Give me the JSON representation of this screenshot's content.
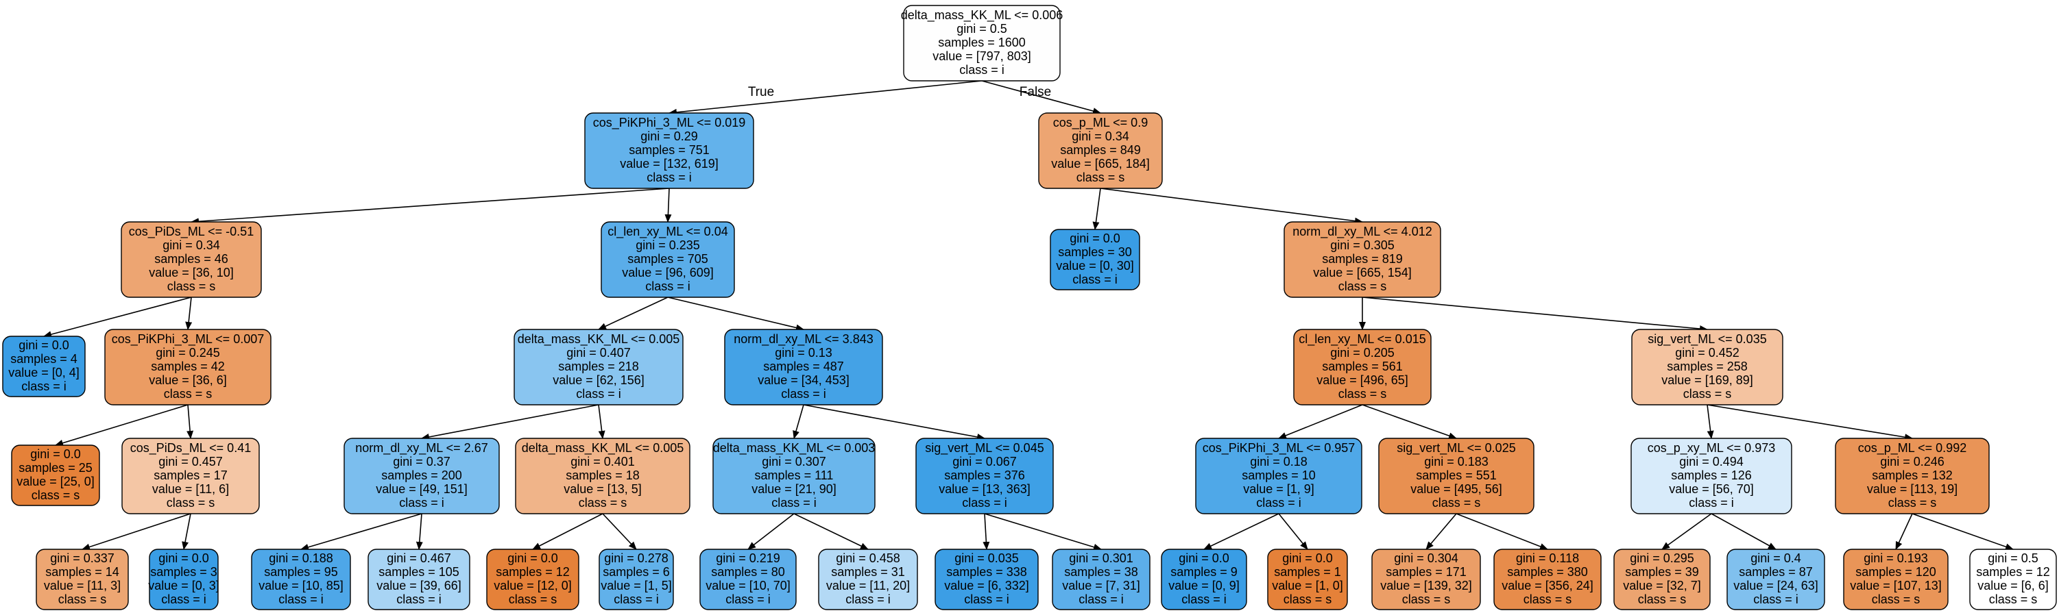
{
  "tree": {
    "colors": {
      "class_i_strong": "#399de5",
      "class_s_strong": "#e58139",
      "neutral": "#ffffff",
      "border": "#000000"
    },
    "edge_labels": {
      "left": "True",
      "right": "False"
    },
    "nodes": [
      {
        "id": "n0",
        "class": "i",
        "fill": "#fefefe",
        "lines": [
          "delta_mass_KK_ML <= 0.006",
          "gini = 0.5",
          "samples = 1600",
          "value = [797, 803]",
          "class = i"
        ]
      },
      {
        "id": "n1",
        "class": "i",
        "fill": "#63b2eb",
        "lines": [
          "cos_PiKPhi_3_ML <= 0.019",
          "gini = 0.29",
          "samples = 751",
          "value = [132, 619]",
          "class = i"
        ]
      },
      {
        "id": "n2",
        "class": "s",
        "fill": "#eda572",
        "lines": [
          "cos_p_ML <= 0.9",
          "gini = 0.34",
          "samples = 849",
          "value = [665, 184]",
          "class = s"
        ]
      },
      {
        "id": "n3",
        "class": "s",
        "fill": "#eda572",
        "lines": [
          "cos_PiDs_ML <= -0.51",
          "gini = 0.34",
          "samples = 46",
          "value = [36, 10]",
          "class = s"
        ]
      },
      {
        "id": "n4",
        "class": "i",
        "fill": "#5aade9",
        "lines": [
          "cl_len_xy_ML <= 0.04",
          "gini = 0.235",
          "samples = 705",
          "value = [96, 609]",
          "class = i"
        ]
      },
      {
        "id": "n5",
        "class": "i",
        "fill": "#399de5",
        "lines": [
          "gini = 0.0",
          "samples = 30",
          "value = [0, 30]",
          "class = i"
        ]
      },
      {
        "id": "n6",
        "class": "s",
        "fill": "#eca06a",
        "lines": [
          "norm_dl_xy_ML <= 4.012",
          "gini = 0.305",
          "samples = 819",
          "value = [665, 154]",
          "class = s"
        ]
      },
      {
        "id": "n7",
        "class": "i",
        "fill": "#399de5",
        "lines": [
          "gini = 0.0",
          "samples = 4",
          "value = [0, 4]",
          "class = i"
        ]
      },
      {
        "id": "n8",
        "class": "s",
        "fill": "#eb9c63",
        "lines": [
          "cos_PiKPhi_3_ML <= 0.007",
          "gini = 0.245",
          "samples = 42",
          "value = [36, 6]",
          "class = s"
        ]
      },
      {
        "id": "n9",
        "class": "i",
        "fill": "#89c5f0",
        "lines": [
          "delta_mass_KK_ML <= 0.005",
          "gini = 0.407",
          "samples = 218",
          "value = [62, 156]",
          "class = i"
        ]
      },
      {
        "id": "n10",
        "class": "i",
        "fill": "#44a2e6",
        "lines": [
          "norm_dl_xy_ML <= 3.843",
          "gini = 0.13",
          "samples = 487",
          "value = [34, 453]",
          "class = i"
        ]
      },
      {
        "id": "n11",
        "class": "s",
        "fill": "#e89051",
        "lines": [
          "cl_len_xy_ML <= 0.015",
          "gini = 0.205",
          "samples = 561",
          "value = [496, 65]",
          "class = s"
        ]
      },
      {
        "id": "n12",
        "class": "s",
        "fill": "#f4c3a0",
        "lines": [
          "sig_vert_ML <= 0.035",
          "gini = 0.452",
          "samples = 258",
          "value = [169, 89]",
          "class = s"
        ]
      },
      {
        "id": "n13",
        "class": "s",
        "fill": "#e58139",
        "lines": [
          "gini = 0.0",
          "samples = 25",
          "value = [25, 0]",
          "class = s"
        ]
      },
      {
        "id": "n14",
        "class": "s",
        "fill": "#f4c6a5",
        "lines": [
          "cos_PiDs_ML <= 0.41",
          "gini = 0.457",
          "samples = 17",
          "value = [11, 6]",
          "class = s"
        ]
      },
      {
        "id": "n15",
        "class": "i",
        "fill": "#7bbeee",
        "lines": [
          "norm_dl_xy_ML <= 2.67",
          "gini = 0.37",
          "samples = 200",
          "value = [49, 151]",
          "class = i"
        ]
      },
      {
        "id": "n16",
        "class": "s",
        "fill": "#f0b489",
        "lines": [
          "delta_mass_KK_ML <= 0.005",
          "gini = 0.401",
          "samples = 18",
          "value = [13, 5]",
          "class = s"
        ]
      },
      {
        "id": "n17",
        "class": "i",
        "fill": "#6ab6ec",
        "lines": [
          "delta_mass_KK_ML <= 0.003",
          "gini = 0.307",
          "samples = 111",
          "value = [21, 90]",
          "class = i"
        ]
      },
      {
        "id": "n18",
        "class": "i",
        "fill": "#3ea0e6",
        "lines": [
          "sig_vert_ML <= 0.045",
          "gini = 0.067",
          "samples = 376",
          "value = [13, 363]",
          "class = i"
        ]
      },
      {
        "id": "n19",
        "class": "i",
        "fill": "#4fa8e8",
        "lines": [
          "cos_PiKPhi_3_ML <= 0.957",
          "gini = 0.18",
          "samples = 10",
          "value = [1, 9]",
          "class = i"
        ]
      },
      {
        "id": "n20",
        "class": "s",
        "fill": "#e89051",
        "lines": [
          "sig_vert_ML <= 0.025",
          "gini = 0.183",
          "samples = 551",
          "value = [495, 56]",
          "class = s"
        ]
      },
      {
        "id": "n21",
        "class": "i",
        "fill": "#d8ebfa",
        "lines": [
          "cos_p_xy_ML <= 0.973",
          "gini = 0.494",
          "samples = 126",
          "value = [56, 70]",
          "class = i"
        ]
      },
      {
        "id": "n22",
        "class": "s",
        "fill": "#e99457",
        "lines": [
          "cos_p_ML <= 0.992",
          "gini = 0.246",
          "samples = 132",
          "value = [113, 19]",
          "class = s"
        ]
      },
      {
        "id": "n23",
        "class": "s",
        "fill": "#eda672",
        "lines": [
          "gini = 0.337",
          "samples = 14",
          "value = [11, 3]",
          "class = s"
        ]
      },
      {
        "id": "n24",
        "class": "i",
        "fill": "#399de5",
        "lines": [
          "gini = 0.0",
          "samples = 3",
          "value = [0, 3]",
          "class = i"
        ]
      },
      {
        "id": "n25",
        "class": "i",
        "fill": "#4ea7e8",
        "lines": [
          "gini = 0.188",
          "samples = 95",
          "value = [10, 85]",
          "class = i"
        ]
      },
      {
        "id": "n26",
        "class": "i",
        "fill": "#a8d4f4",
        "lines": [
          "gini = 0.467",
          "samples = 105",
          "value = [39, 66]",
          "class = i"
        ]
      },
      {
        "id": "n27",
        "class": "s",
        "fill": "#e58139",
        "lines": [
          "gini = 0.0",
          "samples = 12",
          "value = [12, 0]",
          "class = s"
        ]
      },
      {
        "id": "n28",
        "class": "i",
        "fill": "#61b1ea",
        "lines": [
          "gini = 0.278",
          "samples = 6",
          "value = [1, 5]",
          "class = i"
        ]
      },
      {
        "id": "n29",
        "class": "i",
        "fill": "#5daeea",
        "lines": [
          "gini = 0.219",
          "samples = 80",
          "value = [10, 70]",
          "class = i"
        ]
      },
      {
        "id": "n30",
        "class": "i",
        "fill": "#b3d9f5",
        "lines": [
          "gini = 0.458",
          "samples = 31",
          "value = [11, 20]",
          "class = i"
        ]
      },
      {
        "id": "n31",
        "class": "i",
        "fill": "#3c9ee5",
        "lines": [
          "gini = 0.035",
          "samples = 338",
          "value = [6, 332]",
          "class = i"
        ]
      },
      {
        "id": "n32",
        "class": "i",
        "fill": "#5caeea",
        "lines": [
          "gini = 0.301",
          "samples = 38",
          "value = [7, 31]",
          "class = i"
        ]
      },
      {
        "id": "n33",
        "class": "i",
        "fill": "#399de5",
        "lines": [
          "gini = 0.0",
          "samples = 9",
          "value = [0, 9]",
          "class = i"
        ]
      },
      {
        "id": "n34",
        "class": "s",
        "fill": "#e58139",
        "lines": [
          "gini = 0.0",
          "samples = 1",
          "value = [1, 0]",
          "class = s"
        ]
      },
      {
        "id": "n35",
        "class": "s",
        "fill": "#eb9e67",
        "lines": [
          "gini = 0.304",
          "samples = 171",
          "value = [139, 32]",
          "class = s"
        ]
      },
      {
        "id": "n36",
        "class": "s",
        "fill": "#e78c4b",
        "lines": [
          "gini = 0.118",
          "samples = 380",
          "value = [356, 24]",
          "class = s"
        ]
      },
      {
        "id": "n37",
        "class": "s",
        "fill": "#eca470",
        "lines": [
          "gini = 0.295",
          "samples = 39",
          "value = [32, 7]",
          "class = s"
        ]
      },
      {
        "id": "n38",
        "class": "i",
        "fill": "#80c0ee",
        "lines": [
          "gini = 0.4",
          "samples = 87",
          "value = [24, 63]",
          "class = i"
        ]
      },
      {
        "id": "n39",
        "class": "s",
        "fill": "#e99558",
        "lines": [
          "gini = 0.193",
          "samples = 120",
          "value = [107, 13]",
          "class = s"
        ]
      },
      {
        "id": "n40",
        "class": "s",
        "fill": "#ffffff",
        "lines": [
          "gini = 0.5",
          "samples = 12",
          "value = [6, 6]",
          "class = s"
        ]
      }
    ],
    "edges": [
      [
        "n0",
        "n1"
      ],
      [
        "n0",
        "n2"
      ],
      [
        "n1",
        "n3"
      ],
      [
        "n1",
        "n4"
      ],
      [
        "n2",
        "n5"
      ],
      [
        "n2",
        "n6"
      ],
      [
        "n3",
        "n7"
      ],
      [
        "n3",
        "n8"
      ],
      [
        "n4",
        "n9"
      ],
      [
        "n4",
        "n10"
      ],
      [
        "n6",
        "n11"
      ],
      [
        "n6",
        "n12"
      ],
      [
        "n8",
        "n13"
      ],
      [
        "n8",
        "n14"
      ],
      [
        "n9",
        "n15"
      ],
      [
        "n9",
        "n16"
      ],
      [
        "n10",
        "n17"
      ],
      [
        "n10",
        "n18"
      ],
      [
        "n11",
        "n19"
      ],
      [
        "n11",
        "n20"
      ],
      [
        "n12",
        "n21"
      ],
      [
        "n12",
        "n22"
      ],
      [
        "n14",
        "n23"
      ],
      [
        "n14",
        "n24"
      ],
      [
        "n15",
        "n25"
      ],
      [
        "n15",
        "n26"
      ],
      [
        "n16",
        "n27"
      ],
      [
        "n16",
        "n28"
      ],
      [
        "n17",
        "n29"
      ],
      [
        "n17",
        "n30"
      ],
      [
        "n18",
        "n31"
      ],
      [
        "n18",
        "n32"
      ],
      [
        "n19",
        "n33"
      ],
      [
        "n19",
        "n34"
      ],
      [
        "n20",
        "n35"
      ],
      [
        "n20",
        "n36"
      ],
      [
        "n21",
        "n37"
      ],
      [
        "n21",
        "n38"
      ],
      [
        "n22",
        "n39"
      ],
      [
        "n22",
        "n40"
      ]
    ]
  }
}
